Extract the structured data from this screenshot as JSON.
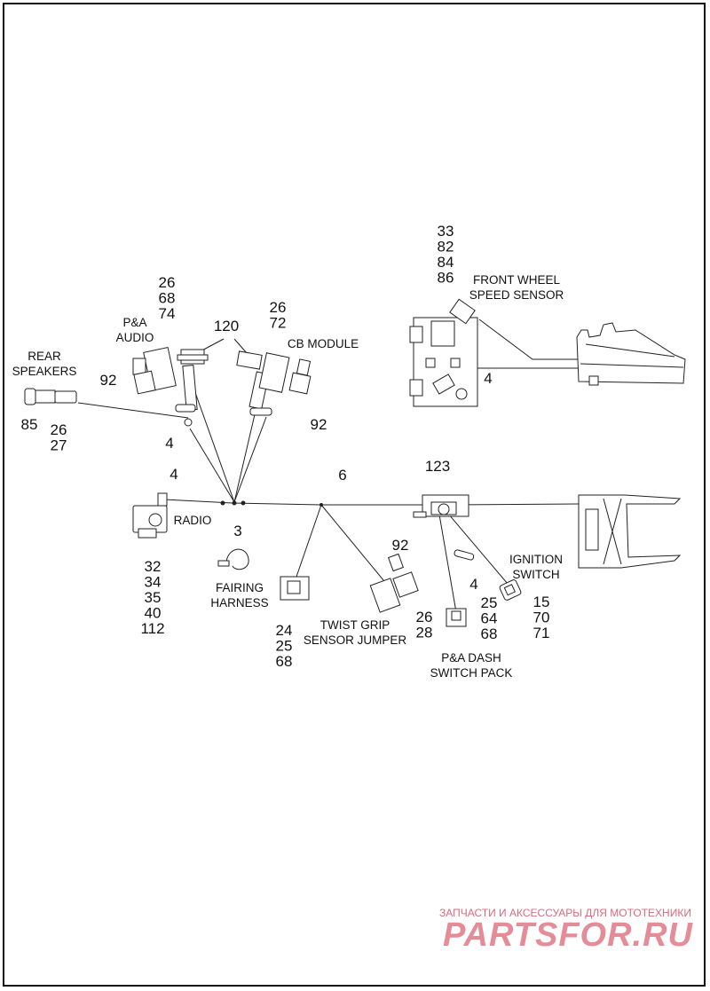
{
  "diagram": {
    "callouts": {
      "c_33_82_84_86": [
        "33",
        "82",
        "84",
        "86"
      ],
      "c_26_68_74": [
        "26",
        "68",
        "74"
      ],
      "c_120": [
        "120"
      ],
      "c_26_72": [
        "26",
        "72"
      ],
      "c_92_left": [
        "92"
      ],
      "c_92_right": [
        "92"
      ],
      "c_85": [
        "85"
      ],
      "c_26_27": [
        "26",
        "27"
      ],
      "c_4_left": [
        "4"
      ],
      "c_4_front": [
        "4"
      ],
      "c_4_radio": [
        "4"
      ],
      "c_3": [
        "3"
      ],
      "c_6": [
        "6"
      ],
      "c_123": [
        "123"
      ],
      "c_radio_parts": [
        "32",
        "34",
        "35",
        "40",
        "112"
      ],
      "c_24_25_68": [
        "24",
        "25",
        "68"
      ],
      "c_92_twist": [
        "92"
      ],
      "c_26_28": [
        "26",
        "28"
      ],
      "c_4_dash": [
        "4"
      ],
      "c_25_64_68": [
        "25",
        "64",
        "68"
      ],
      "c_15_70_71": [
        "15",
        "70",
        "71"
      ]
    },
    "names": {
      "rear_speakers": [
        "REAR",
        "SPEAKERS"
      ],
      "pa_audio": [
        "P&A",
        "AUDIO"
      ],
      "cb_module": [
        "CB MODULE"
      ],
      "front_wheel": [
        "FRONT WHEEL",
        "SPEED SENSOR"
      ],
      "radio": [
        "RADIO"
      ],
      "fairing_harness": [
        "FAIRING",
        "HARNESS"
      ],
      "twist_grip": [
        "TWIST GRIP",
        "SENSOR JUMPER"
      ],
      "ignition_switch": [
        "IGNITION",
        "SWITCH"
      ],
      "pa_dash": [
        "P&A DASH",
        "SWITCH PACK"
      ]
    }
  },
  "watermark": {
    "top_line": "ЗАПЧАСТИ И АКСЕССУАРЫ ДЛЯ МОТОТЕХНИКИ",
    "brand": "PARTSFOR.RU"
  }
}
